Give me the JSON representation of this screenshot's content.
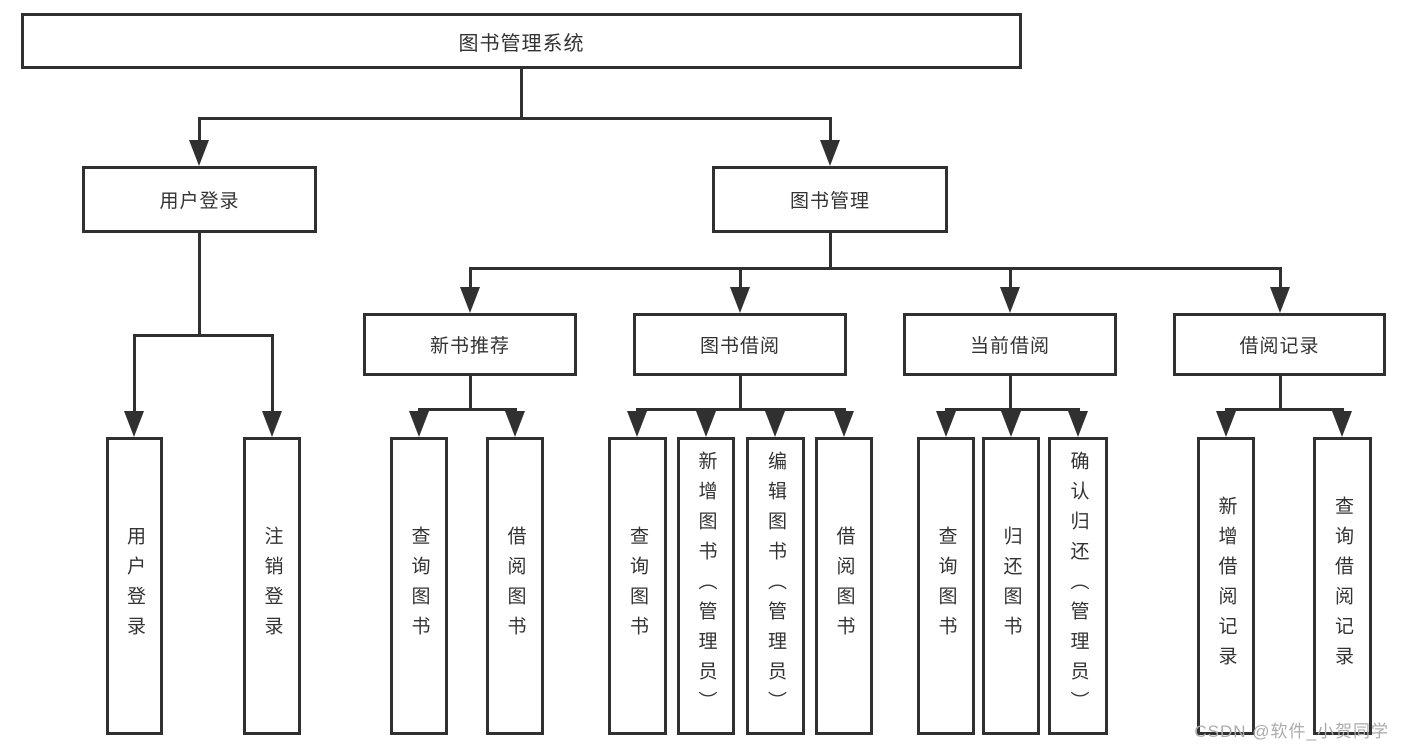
{
  "colors": {
    "line": "#303030",
    "text": "#333333",
    "background": "#ffffff",
    "watermark": "#ababab"
  },
  "diagram": {
    "root_label": "图书管理系统",
    "level2": [
      "用户登录",
      "图书管理"
    ],
    "level3": [
      "新书推荐",
      "图书借阅",
      "当前借阅",
      "借阅记录"
    ],
    "leaves": {
      "user_login": [
        "用户登录",
        "注销登录"
      ],
      "new_book_rec": [
        "查询图书",
        "借阅图书"
      ],
      "book_borrow": [
        "查询图书",
        "新增图书（管理员）",
        "编辑图书（管理员）",
        "借阅图书"
      ],
      "current_borrow": [
        "查询图书",
        "归还图书",
        "确认归还（管理员）"
      ],
      "borrow_record": [
        "新增借阅记录",
        "查询借阅记录"
      ]
    }
  },
  "watermark": {
    "text": "CSDN @软件_小贺同学"
  }
}
